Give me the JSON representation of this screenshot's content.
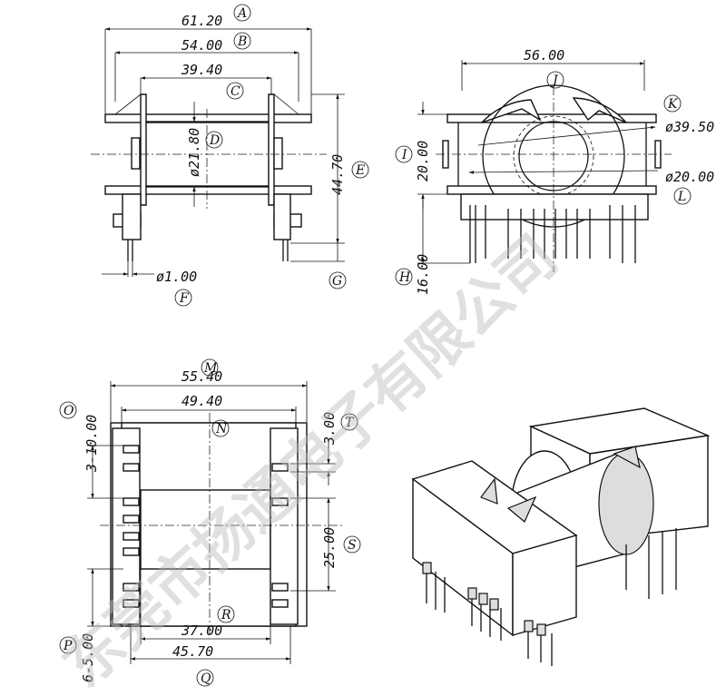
{
  "dimensions": {
    "a": "61.20",
    "b": "54.00",
    "c": "39.40",
    "d": "ø21.80",
    "e": "44.70",
    "f": "ø1.00",
    "width56": "56.00",
    "dia3950": "ø39.50",
    "dia2000": "ø20.00",
    "h2000": "20.00",
    "h1600": "16.00",
    "w5540": "55.40",
    "w4940": "49.40",
    "pitch3x10": "3-10.00",
    "dim300": "3.00",
    "dim2500": "25.00",
    "w3700": "37.00",
    "w4570": "45.70",
    "pitch6x5": "6-5.00"
  },
  "labels": [
    "A",
    "B",
    "C",
    "D",
    "E",
    "F",
    "G",
    "H",
    "I",
    "J",
    "K",
    "L",
    "M",
    "N",
    "O",
    "P",
    "Q",
    "R",
    "S",
    "T"
  ],
  "watermark": "东莞市扬通电子有限公司"
}
